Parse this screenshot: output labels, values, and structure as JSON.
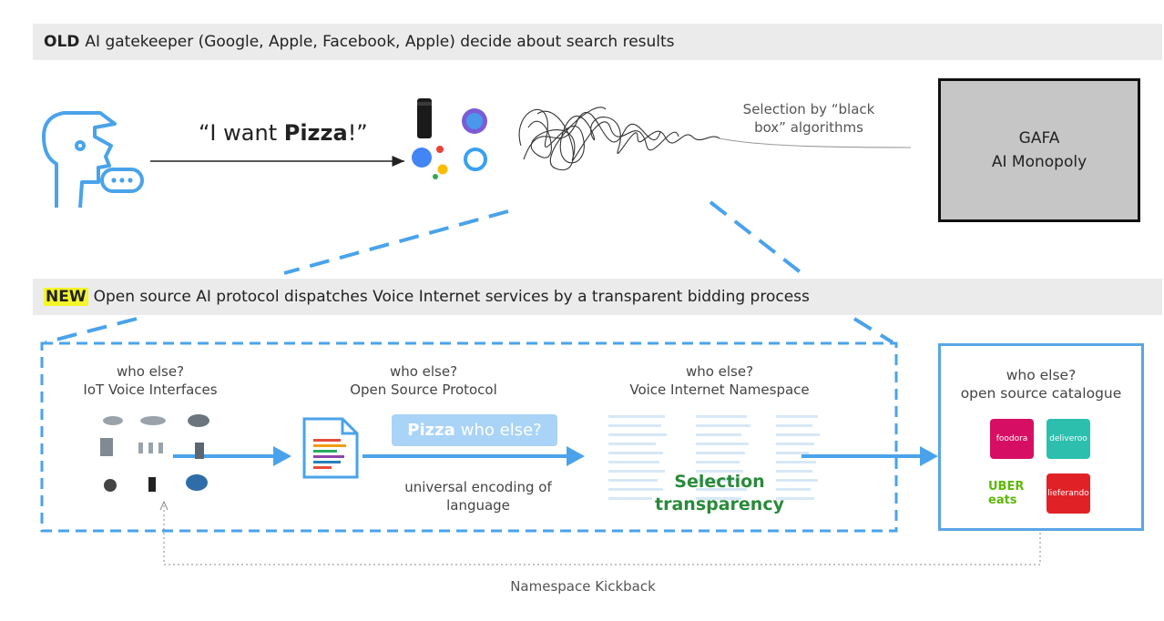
{
  "old_banner": {
    "tag": "OLD",
    "text": "AI gatekeeper (Google, Apple, Facebook, Apple) decide about search results"
  },
  "request": {
    "prefix": "“I want ",
    "bold": "Pizza",
    "suffix": "!”"
  },
  "black_box": {
    "line1": "Selection by “black",
    "line2": "box” algorithms"
  },
  "gafa": {
    "line1": "GAFA",
    "line2": "AI Monopoly"
  },
  "new_banner": {
    "tag": "NEW",
    "text": "Open source AI protocol dispatches Voice Internet services by a transparent bidding process"
  },
  "iot": {
    "line1": "who else?",
    "line2": "IoT Voice Interfaces"
  },
  "protocol": {
    "line1": "who else?",
    "line2": "Open Source Protocol"
  },
  "pill": {
    "bold": "Pizza",
    "rest": "who else?"
  },
  "encoding": {
    "line1": "universal encoding of",
    "line2": "language"
  },
  "namespace": {
    "line1": "who else?",
    "line2": "Voice Internet Namespace"
  },
  "transparency": {
    "line1": "Selection",
    "line2": "transparency"
  },
  "catalogue": {
    "line1": "who else?",
    "line2": "open source catalogue",
    "brands": [
      {
        "name": "foodora",
        "color": "#d70f64"
      },
      {
        "name": "deliveroo",
        "color": "#2cbfae"
      },
      {
        "name": "UBER eats",
        "color": "#ffffff"
      },
      {
        "name": "lieferando",
        "color": "#e02226"
      }
    ]
  },
  "kickback": "Namespace Kickback",
  "colors": {
    "accent_blue": "#5aa6e6",
    "highlight": "#f4f52a",
    "gafa_fill": "#c6c6c6",
    "green": "#2a8a3a"
  },
  "icons": [
    "user-head-icon",
    "chat-bubble-icon",
    "echo-speaker-icon",
    "siri-icon",
    "google-assistant-icon",
    "cortana-icon",
    "scribble-icon",
    "document-icon",
    "iot-devices-icon"
  ]
}
